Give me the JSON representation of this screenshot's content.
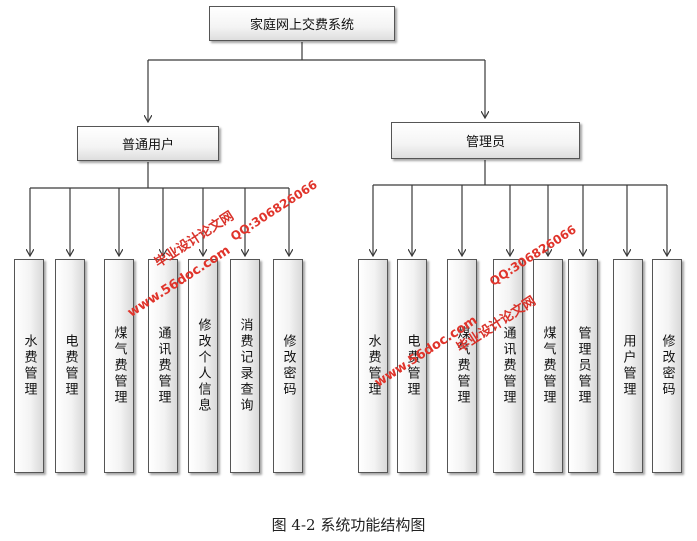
{
  "diagram": {
    "root": "家庭网上交费系统",
    "user_group": "普通用户",
    "admin_group": "管理员",
    "user_items": [
      "水费管理",
      "电费管理",
      "煤气费管理",
      "通讯费管理",
      "修改个人信息",
      "消费记录查询",
      "修改密码"
    ],
    "admin_items": [
      "水费管理",
      "电费管理",
      "煤气费管理",
      "通讯费管理",
      "煤气费管理",
      "管理员管理",
      "用户管理",
      "修改密码"
    ]
  },
  "caption": "图 4-2 系统功能结构图",
  "watermarks": {
    "site": "www.56doc.com",
    "brand": "毕业设计论文网",
    "qq": "QQ:306826066"
  },
  "colors": {
    "line": "#3a3a3a",
    "box_border": "#555555",
    "watermark": "#e0342b"
  }
}
